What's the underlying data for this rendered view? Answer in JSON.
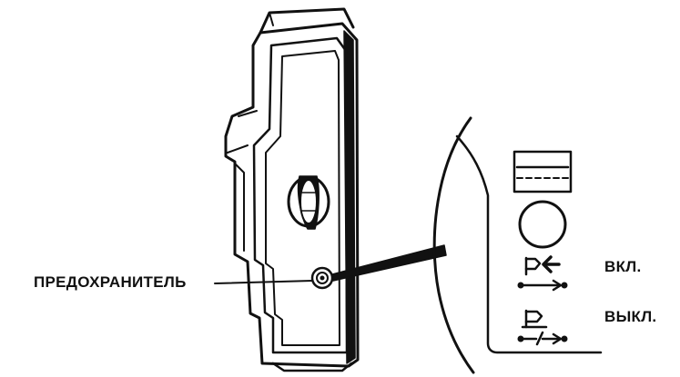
{
  "labels": {
    "fuse": "ПРЕДОХРАНИТЕЛЬ",
    "on": "ВКЛ.",
    "off": "ВЫКЛ."
  },
  "colors": {
    "ink": "#111111",
    "paper": "#ffffff"
  },
  "icons": {
    "on_symbol": "flag-arrow-left-icon",
    "on_line": "line-arrow-right-icon",
    "off_symbol": "flag-icon",
    "off_line": "broken-line-arrow-icon"
  }
}
